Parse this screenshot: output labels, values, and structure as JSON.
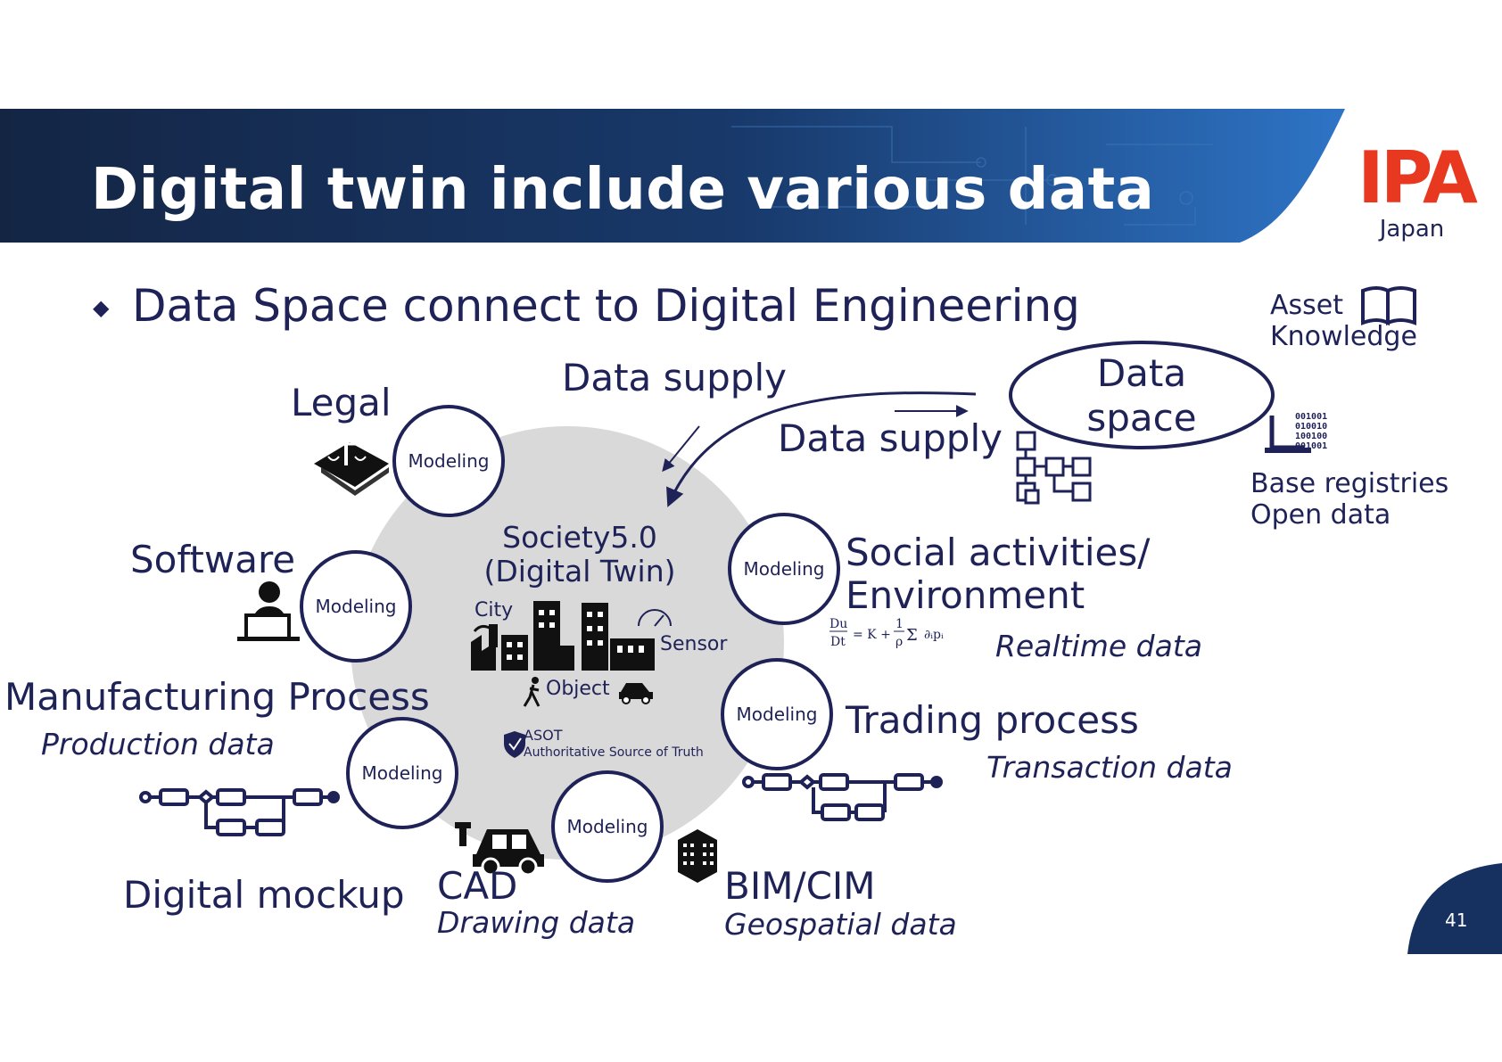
{
  "slide": {
    "title": "Digital twin include various data",
    "logo": {
      "text": "IPA",
      "sub": "Japan"
    },
    "subtitle": "Data Space connect to Digital Engineering",
    "page_number": "41"
  },
  "center": {
    "title_line1": "Society5.0",
    "title_line2": "(Digital Twin)",
    "city": "City",
    "sensor": "Sensor",
    "object": "Object",
    "asot": "ASOT",
    "asot_full": "Authoritative Source of Truth"
  },
  "modeling_label": "Modeling",
  "labels": {
    "legal": "Legal",
    "software": "Software",
    "manufacturing": "Manufacturing Process",
    "production_data": "Production data",
    "digital_mockup": "Digital mockup",
    "cad": "CAD",
    "drawing_data": "Drawing data",
    "bim_cim": "BIM/CIM",
    "geospatial_data": "Geospatial data",
    "trading": "Trading process",
    "transaction_data": "Transaction data",
    "social_line1": "Social activities/",
    "social_line2": "Environment",
    "realtime_data": "Realtime data",
    "data_supply_1": "Data supply",
    "data_supply_2": "Data supply",
    "data_space_line1": "Data",
    "data_space_line2": "space",
    "asset_line1": "Asset",
    "asset_line2": "Knowledge",
    "base_line1": "Base registries",
    "base_line2": "Open data"
  },
  "binary_text": [
    "001001",
    "010010",
    "100100",
    "001001"
  ],
  "colors": {
    "navy": "#1f2257",
    "logo_red": "#e8381f",
    "banner_dark": "#14294f",
    "banner_light": "#2d6fbf",
    "disk": "#d9d9d9"
  }
}
